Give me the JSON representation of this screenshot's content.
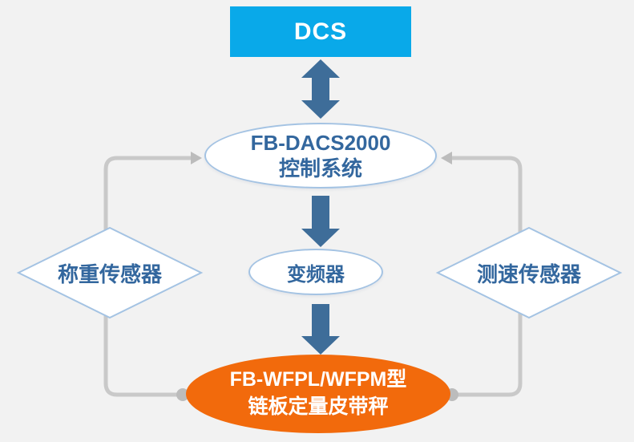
{
  "canvas": {
    "background": "#f2f2f2"
  },
  "palette": {
    "dcs_box_fill": "#09a9e9",
    "block_arrow_blue": "#3e6d99",
    "ellipse_border_blue": "#a4c3e3",
    "node_text_blue": "#33679e",
    "belt_scale_fill": "#f26a0c",
    "connector_gray": "#c9c9c9",
    "connector_endpoint_gray": "#bcbcbc"
  },
  "nodes": {
    "dcs": {
      "type": "rect",
      "label": "DCS"
    },
    "control_system": {
      "type": "ellipse",
      "line1": "FB-DACS2000",
      "line2": "控制系统"
    },
    "inverter": {
      "type": "ellipse",
      "label": "变频器"
    },
    "weighing_sensor": {
      "type": "diamond",
      "label": "称重传感器"
    },
    "speed_sensor": {
      "type": "diamond",
      "label": "测速传感器"
    },
    "belt_scale": {
      "type": "ellipse",
      "line1": "FB-WFPL/WFPM型",
      "line2": "链板定量皮带秤"
    }
  },
  "connections": [
    {
      "from": "dcs",
      "to": "control_system",
      "style": "double-headed-block-arrow"
    },
    {
      "from": "control_system",
      "to": "inverter",
      "style": "block-arrow-down"
    },
    {
      "from": "inverter",
      "to": "belt_scale",
      "style": "block-arrow-down"
    },
    {
      "from": "belt_scale",
      "to": "control_system",
      "via": "weighing_sensor",
      "style": "gray-elbow-arrow",
      "side": "left"
    },
    {
      "from": "belt_scale",
      "to": "control_system",
      "via": "speed_sensor",
      "style": "gray-elbow-arrow",
      "side": "right"
    }
  ]
}
